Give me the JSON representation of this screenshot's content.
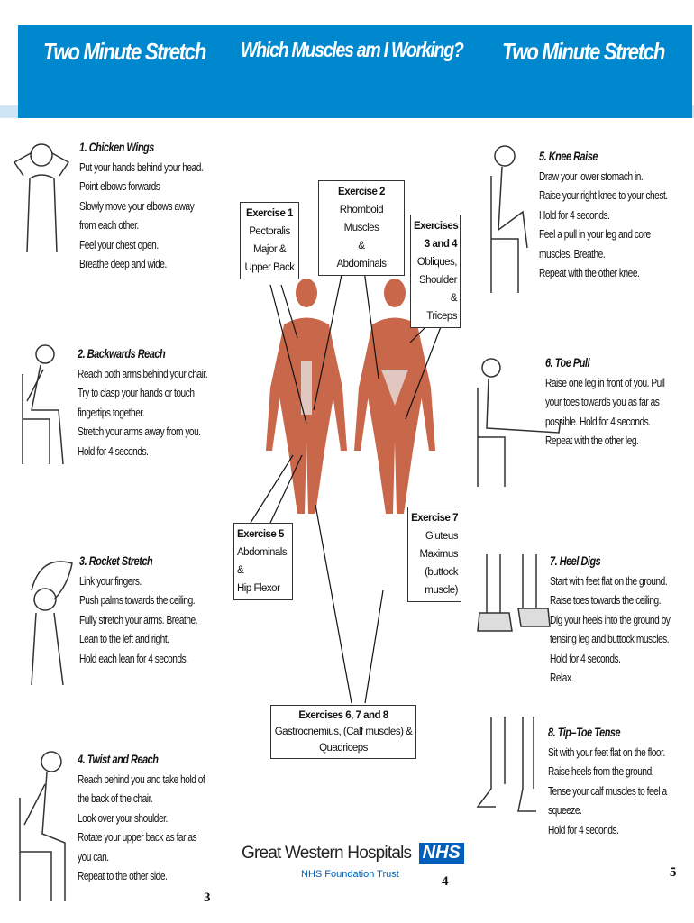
{
  "header": {
    "left_title": "Two Minute Stretch",
    "center_title": "Which Muscles am I Working?",
    "right_title": "Two Minute Stretch",
    "color": "#0088cf"
  },
  "exercises": [
    {
      "title": "1. Chicken Wings",
      "lines": [
        "Put your hands behind your head.",
        "Point elbows forwards",
        "Slowly move your elbows away",
        "from each other.",
        "Feel your chest open.",
        "Breathe deep and wide."
      ]
    },
    {
      "title": "2. Backwards Reach",
      "lines": [
        "Reach both arms behind your chair.",
        "Try to clasp your hands or touch",
        "fingertips together.",
        "Stretch your arms away from you.",
        "Hold for 4 seconds."
      ]
    },
    {
      "title": "3. Rocket Stretch",
      "lines": [
        "Link your fingers.",
        "Push palms towards the ceiling.",
        "Fully stretch your arms. Breathe.",
        "Lean to the left and right.",
        "Hold each lean for 4 seconds."
      ]
    },
    {
      "title": "4. Twist and Reach",
      "lines": [
        "Reach behind you and take hold of",
        "the back of the chair.",
        "Look over your shoulder.",
        "Rotate your upper back as far as",
        "you can.",
        "Repeat to the other side."
      ]
    },
    {
      "title": "5. Knee Raise",
      "lines": [
        "Draw your lower stomach in.",
        "Raise your right knee to your chest.",
        "Hold for 4 seconds.",
        "Feel a pull in your leg and core",
        "muscles. Breathe.",
        "Repeat with the other knee."
      ]
    },
    {
      "title": "6. Toe Pull",
      "lines": [
        "Raise one leg in front of you. Pull",
        "your toes towards you as far as",
        "possible. Hold for 4 seconds.",
        "Repeat with the other leg."
      ]
    },
    {
      "title": "7. Heel Digs",
      "lines": [
        "Start with feet flat on the ground.",
        "Raise toes towards the ceiling.",
        "Dig your heels into the ground by",
        "tensing leg and buttock muscles.",
        "Hold for 4 seconds.",
        "Relax."
      ]
    },
    {
      "title": "8. Tip–Toe Tense",
      "lines": [
        "Sit with your feet flat on the floor.",
        "Raise  heels from the ground.",
        "Tense your calf muscles to feel a",
        "squeeze.",
        "Hold for 4 seconds."
      ]
    }
  ],
  "muscle_boxes": [
    {
      "title": "Exercise 1",
      "lines": [
        "Pectoralis",
        "Major &",
        "Upper Back"
      ]
    },
    {
      "title": "Exercise 2",
      "lines": [
        "Rhomboid Muscles",
        "&",
        "Abdominals"
      ]
    },
    {
      "title": "Exercises",
      "lines": [
        "3 and 4",
        "Obliques,",
        "Shoulder &",
        "Triceps"
      ]
    },
    {
      "title": "Exercise 5",
      "lines": [
        "Abdominals",
        "&",
        "Hip Flexor"
      ]
    },
    {
      "title": "Exercise 7",
      "lines": [
        "Gluteus",
        "Maximus",
        "(buttock",
        "muscle)"
      ]
    },
    {
      "title": "Exercises 6, 7 and 8",
      "lines": [
        "Gastrocnemius, (Calf muscles) &",
        "Quadriceps"
      ]
    }
  ],
  "footer": {
    "org": "Great Western Hospitals",
    "nhs": "NHS",
    "trust": "NHS Foundation Trust",
    "page_left": "3",
    "page_mid": "4",
    "page_right": "5",
    "nhs_color": "#005eb8"
  }
}
